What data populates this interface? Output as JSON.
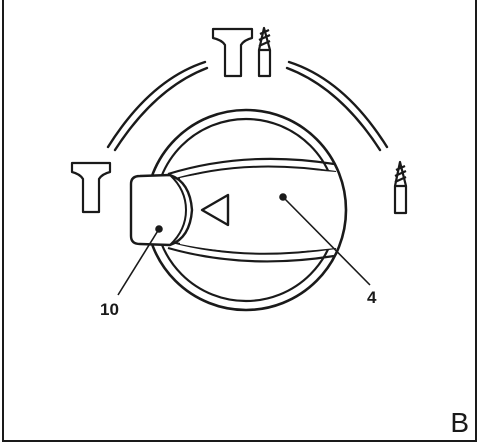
{
  "figure": {
    "letter": "B",
    "callouts": [
      {
        "id": "10",
        "label": "10"
      },
      {
        "id": "4",
        "label": "4"
      }
    ]
  },
  "modes": [
    {
      "name": "hammer-only",
      "icon": "hammer-icon"
    },
    {
      "name": "hammer-drill",
      "icon": "hammer-drill-icon"
    },
    {
      "name": "drill-only",
      "icon": "drill-bit-icon"
    }
  ],
  "colors": {
    "line": "#1a1a1a",
    "background": "#ffffff"
  }
}
